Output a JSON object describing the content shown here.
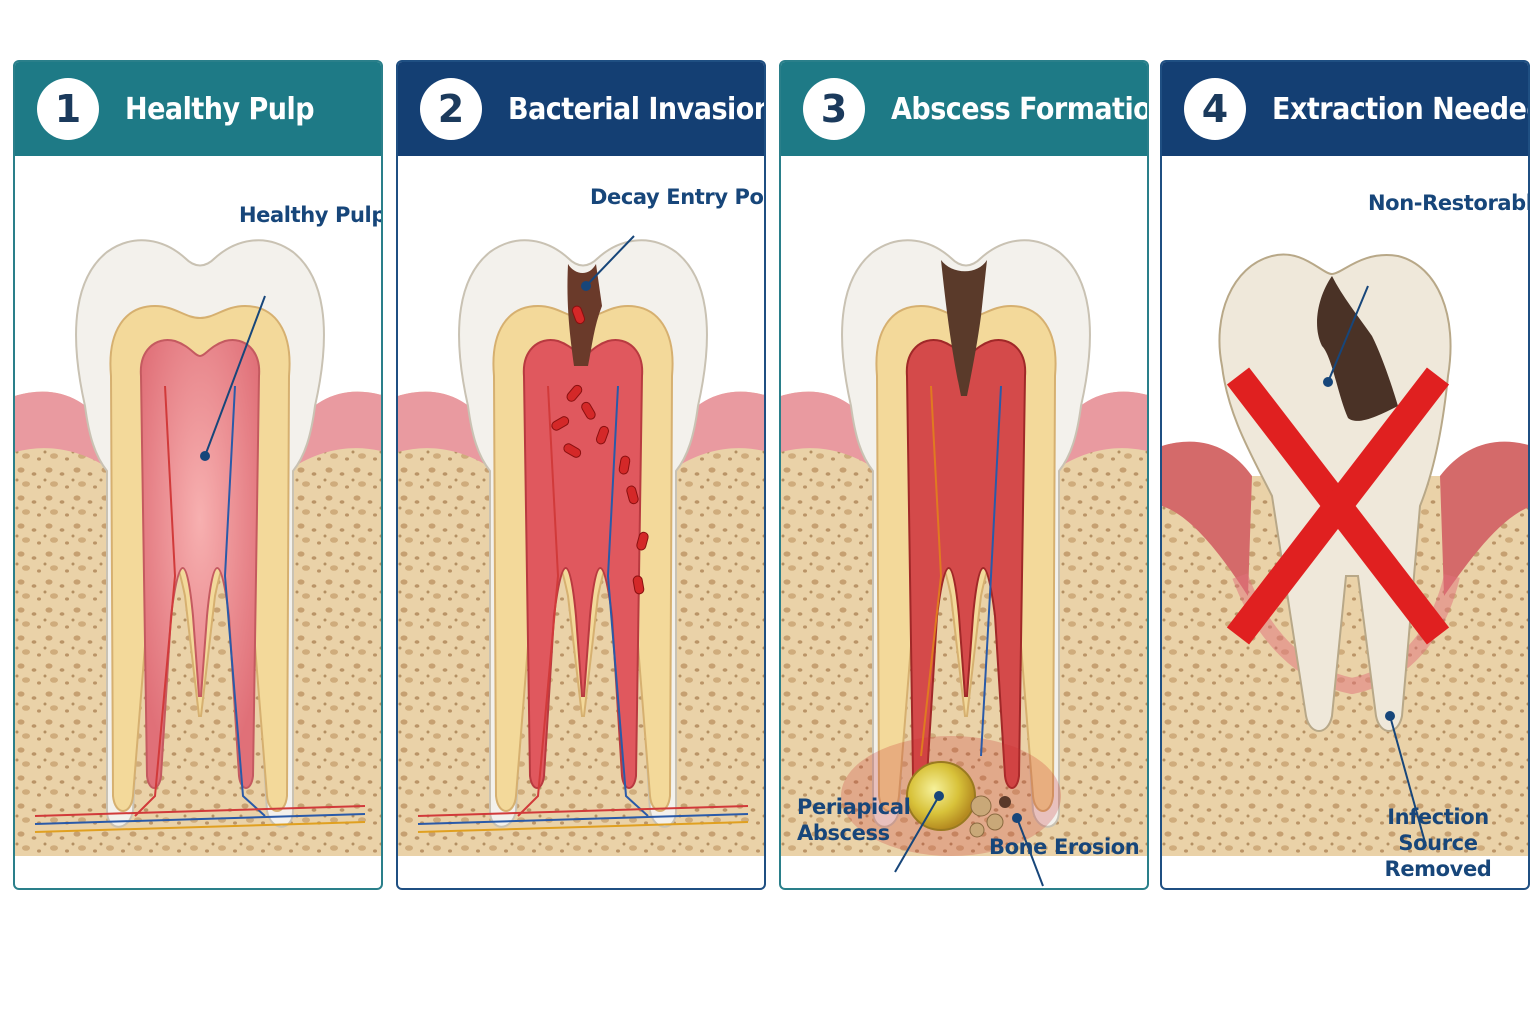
{
  "panels": [
    {
      "number": "1",
      "title": "Healthy Pulp",
      "labels": [
        "Healthy Pulp"
      ]
    },
    {
      "number": "2",
      "title": "Bacterial Invasion",
      "labels": [
        "Decay Entry Point"
      ]
    },
    {
      "number": "3",
      "title": "Abscess Formation",
      "labels": [
        "Periapical\nAbscess",
        "Bone Erosion"
      ]
    },
    {
      "number": "4",
      "title": "Extraction Needed",
      "labels": [
        "Non-Restorable",
        "Infection Source\nRemoved"
      ]
    }
  ],
  "colors": {
    "header_teal": "#1e7a86",
    "header_navy": "#143f73",
    "label_text": "#17467a",
    "enamel": "#f3f1ec",
    "dentin": "#f3d99a",
    "pulp": "#e9868a",
    "gum": "#e99aa0",
    "bone": "#ead1a6",
    "decay": "#5a3a2a",
    "abscess": "#d8c23a",
    "extraction_x": "#e02020"
  },
  "icons": [
    "number-badge",
    "tooth-illustration",
    "bacteria-icon",
    "abscess-icon",
    "extraction-x-icon"
  ]
}
